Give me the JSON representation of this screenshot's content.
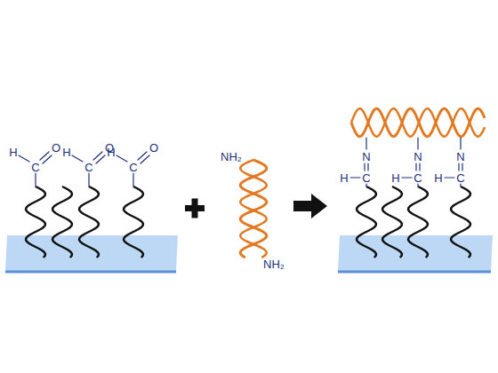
{
  "diagram": {
    "labels": [
      "H",
      "C",
      "O",
      "H",
      "C",
      "O",
      "H",
      "C",
      "O",
      "NH₂",
      "NH₂",
      "N",
      "H",
      "C",
      "N",
      "H",
      "C",
      "N",
      "H",
      "C"
    ]
  }
}
